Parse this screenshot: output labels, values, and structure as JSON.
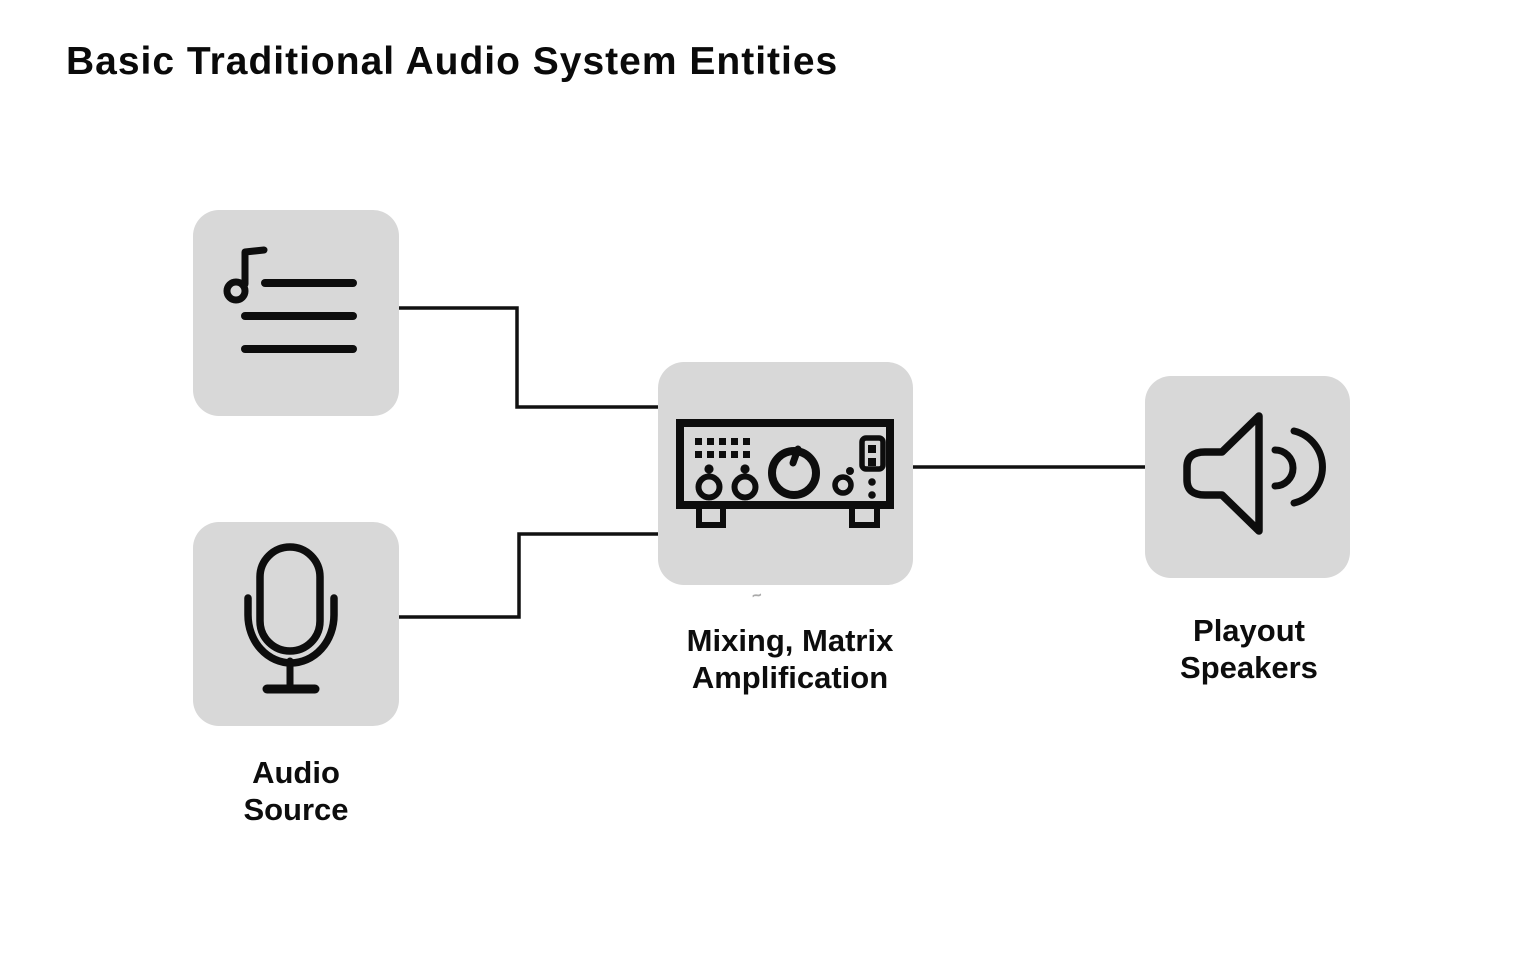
{
  "title": "Basic Traditional Audio System Entities",
  "colors": {
    "background": "#ffffff",
    "node_background": "#d8d8d8",
    "icon": "#0d0d0d",
    "connector": "#111111",
    "text": "#0a0a0a"
  },
  "nodes": [
    {
      "id": "playlist-source",
      "icon": "music-playlist-icon"
    },
    {
      "id": "microphone-source",
      "icon": "microphone-icon"
    },
    {
      "id": "mixer",
      "icon": "amplifier-icon"
    },
    {
      "id": "speakers",
      "icon": "speaker-icon"
    }
  ],
  "connections": [
    {
      "from": "playlist-source",
      "to": "mixer"
    },
    {
      "from": "microphone-source",
      "to": "mixer"
    },
    {
      "from": "mixer",
      "to": "speakers"
    }
  ],
  "labels": {
    "audio_source": {
      "line1": "Audio",
      "line2": "Source"
    },
    "mixer": {
      "line1": "Mixing, Matrix",
      "line2": "Amplification"
    },
    "speakers": {
      "line1": "Playout",
      "line2": "Speakers"
    }
  },
  "stray_mark": "~"
}
